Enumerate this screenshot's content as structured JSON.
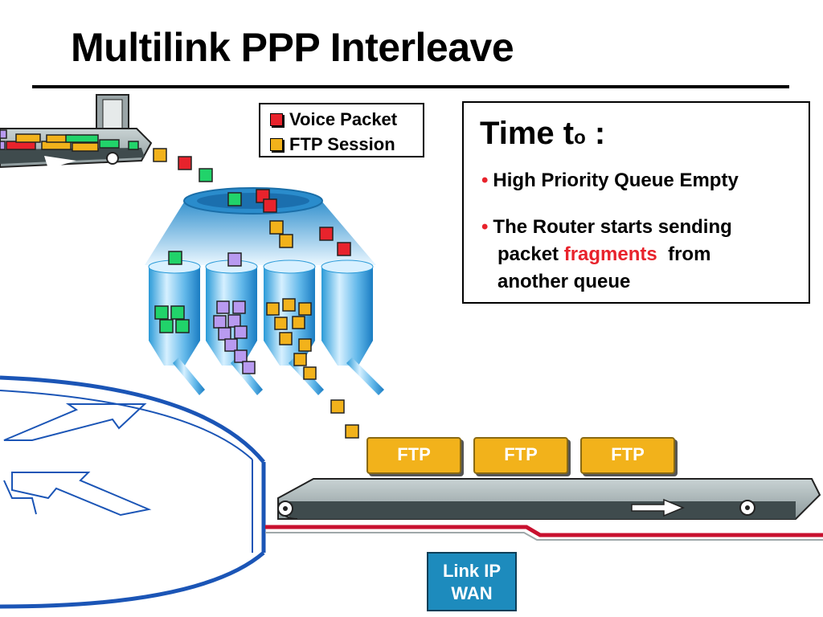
{
  "title": "Multilink PPP Interleave",
  "legend": {
    "voice": {
      "label": "Voice Packet",
      "color": "#e8232c"
    },
    "ftp": {
      "label": "FTP Session",
      "color": "#f2b21b"
    }
  },
  "info": {
    "title_main": "Time t",
    "title_sub": "o",
    "title_suffix": " :",
    "bullets": [
      {
        "text": "High Priority Queue Empty"
      },
      {
        "line1": "The Router starts sending",
        "line2_prefix": "packet ",
        "highlight": "fragments",
        "line2_suffix": "  from",
        "line3": "another queue"
      }
    ]
  },
  "ftp_blocks": [
    "FTP",
    "FTP",
    "FTP"
  ],
  "wan": {
    "line1": "Link IP",
    "line2": "WAN"
  },
  "colors": {
    "voice": "#e8232c",
    "ftp": "#f2b21b",
    "green": "#21d36a",
    "purple": "#b89af0",
    "blue": "#1b55b6",
    "link_red": "#c8102e"
  }
}
